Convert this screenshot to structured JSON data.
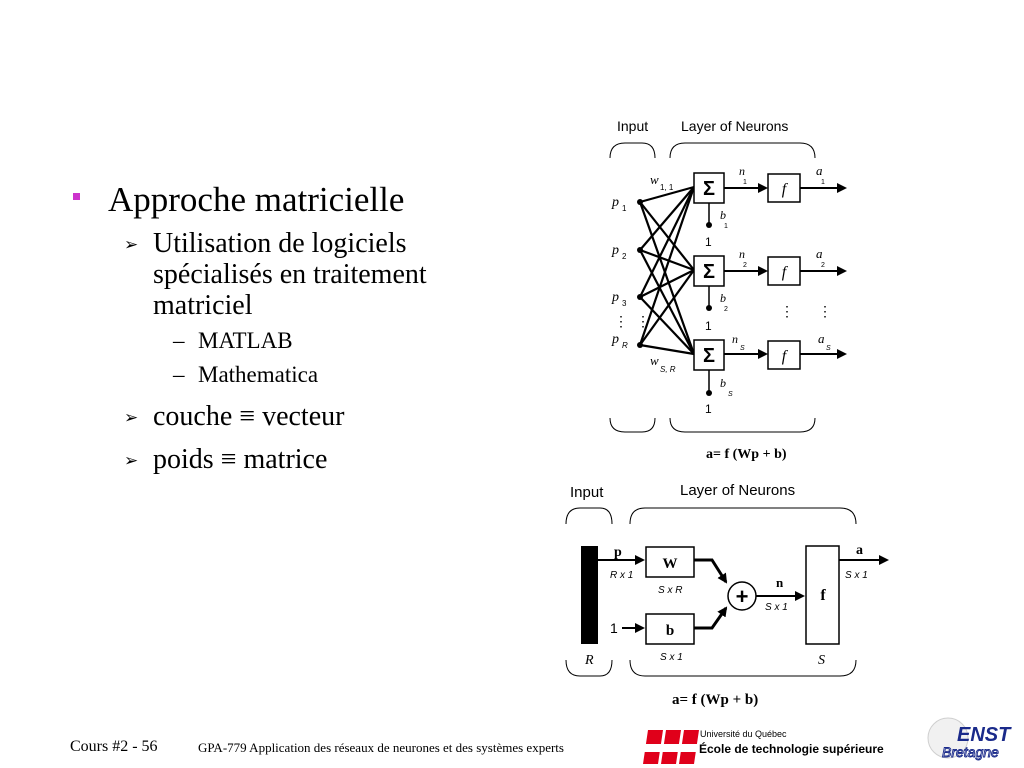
{
  "bullets": {
    "l1": "Approche matricielle",
    "l2a": "Utilisation de logiciels spécialisés en traitement matriciel",
    "l3a": "MATLAB",
    "l3b": "Mathematica",
    "l2b": "couche ≡ vecteur",
    "l2c": "poids ≡ matrice",
    "dash": "–"
  },
  "footer": {
    "left": "Cours #2 - 56",
    "center": "GPA-779  Application des réseaux de neurones et des systèmes experts"
  },
  "diagram1": {
    "input_label": "Input",
    "layer_label": "Layer of Neurons",
    "inputs": [
      "p",
      "p",
      "p",
      "p"
    ],
    "input_subs": [
      "1",
      "2",
      "3",
      "R"
    ],
    "weight_top": "w",
    "weight_top_sub": "1, 1",
    "weight_bottom": "w",
    "weight_bottom_sub": "S, R",
    "sum_symbol": "Σ",
    "bias": "b",
    "bias_subs": [
      "1",
      "2",
      "S"
    ],
    "one": "1",
    "net": "n",
    "net_subs": [
      "1",
      "2",
      "S"
    ],
    "transfer": "f",
    "out": "a",
    "out_subs": [
      "1",
      "2",
      "S"
    ],
    "equation": "a= f (Wp + b)"
  },
  "diagram2": {
    "input_label": "Input",
    "layer_label": "Layer of Neurons",
    "p": "p",
    "p_dim": "R x 1",
    "W": "W",
    "W_dim": "S x R",
    "one": "1",
    "b": "b",
    "b_dim": "S x 1",
    "plus": "+",
    "n": "n",
    "n_dim": "S x 1",
    "f": "f",
    "a": "a",
    "a_dim": "S x 1",
    "R": "R",
    "S": "S",
    "equation": "a= f (Wp + b)"
  },
  "logos": {
    "uq": "Université du Québec",
    "ets": "École de technologie supérieure",
    "enst": "ENST",
    "bretagne": "Bretagne"
  },
  "colors": {
    "bullet": "#cc33cc",
    "ets_red": "#e0001a",
    "enst_blue": "#1a2a8a"
  }
}
